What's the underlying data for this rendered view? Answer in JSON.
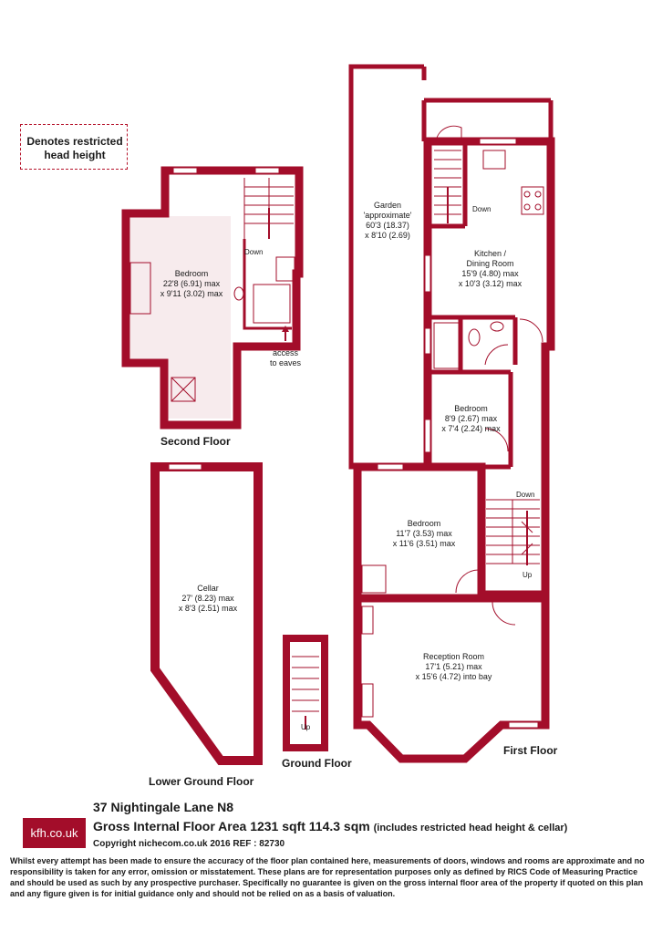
{
  "legend": {
    "text_line1": "Denotes restricted",
    "text_line2": "head height"
  },
  "rooms": {
    "bedroom_second": {
      "name": "Bedroom",
      "dims1": "22'8 (6.91) max",
      "dims2": "x 9'11 (3.02) max"
    },
    "garden": {
      "name": "Garden",
      "note": "'approximate'",
      "dims1": "60'3 (18.37)",
      "dims2": "x 8'10 (2.69)"
    },
    "kitchen": {
      "name": "Kitchen /",
      "name2": "Dining Room",
      "dims1": "15'9 (4.80) max",
      "dims2": "x 10'3 (3.12) max"
    },
    "bedroom_first_small": {
      "name": "Bedroom",
      "dims1": "8'9 (2.67) max",
      "dims2": "x 7'4 (2.24) max"
    },
    "bedroom_first_large": {
      "name": "Bedroom",
      "dims1": "11'7 (3.53) max",
      "dims2": "x 11'6 (3.51) max"
    },
    "reception": {
      "name": "Reception Room",
      "dims1": "17'1 (5.21) max",
      "dims2": "x 15'6 (4.72) into bay"
    },
    "cellar": {
      "name": "Cellar",
      "dims1": "27' (8.23) max",
      "dims2": "x 8'3 (2.51) max"
    }
  },
  "annotations": {
    "down_second": "Down",
    "access1": "access",
    "access2": "to eaves",
    "down_kitchen": "Down",
    "down_stairs": "Down",
    "up_stairs": "Up",
    "up_ground": "Up"
  },
  "floors": {
    "second": "Second Floor",
    "first": "First Floor",
    "ground": "Ground Floor",
    "lower_ground": "Lower Ground Floor"
  },
  "footer": {
    "logo": "kfh.co.uk",
    "address": "37 Nightingale Lane  N8",
    "area": "Gross Internal Floor Area 1231 sqft 114.3 sqm",
    "area_note": "(includes restricted head height & cellar)",
    "copyright": "Copyright nichecom.co.uk 2016 REF : 82730",
    "disclaimer": "Whilst every attempt has been made to ensure the accuracy of the floor plan contained here, measurements of doors, windows and rooms are approximate and no responsibility is taken for any error, omission or misstatement.  These plans are for representation purposes only as defined by RICS Code of Measuring Practice and should be used as such by any prospective purchaser.  Specifically no guarantee is given on the gross internal floor area of the property if quoted on this plan and any figure given is for initial guidance only and should not be relied on as a basis of valuation."
  },
  "colors": {
    "wall": "#a30d2a",
    "restricted": "#f3e3e6"
  }
}
